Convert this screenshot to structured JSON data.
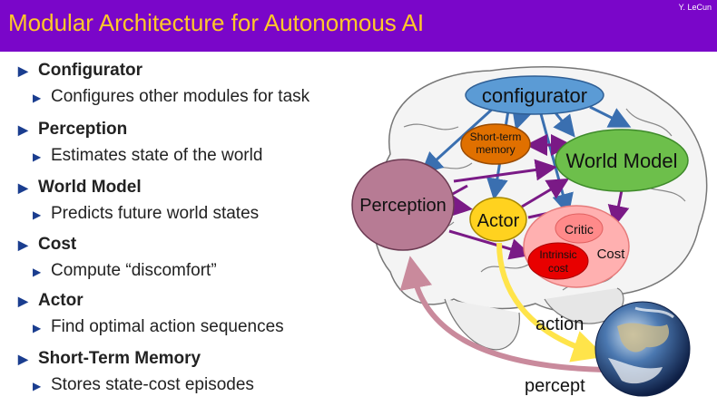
{
  "slide": {
    "title": "Modular Architecture for Autonomous AI",
    "author": "Y. LeCun"
  },
  "bullets": [
    {
      "heading": "Configurator",
      "detail": "Configures other modules for task"
    },
    {
      "heading": "Perception",
      "detail": "Estimates state of the world"
    },
    {
      "heading": "World Model",
      "detail": "Predicts future world states"
    },
    {
      "heading": "Cost",
      "detail": "Compute “discomfort”"
    },
    {
      "heading": "Actor",
      "detail": "Find optimal action sequences"
    },
    {
      "heading": "Short-Term Memory",
      "detail": "Stores state-cost episodes"
    }
  ],
  "diagram": {
    "configurator": "configurator",
    "short_term_memory_line1": "Short-term",
    "short_term_memory_line2": "memory",
    "world_model": "World Model",
    "perception": "Perception",
    "actor": "Actor",
    "critic": "Critic",
    "intrinsic_cost_line1": "Intrinsic",
    "intrinsic_cost_line2": "cost",
    "cost": "Cost",
    "action": "action",
    "percept": "percept",
    "colors": {
      "configurator": "#5b9bd5",
      "memory": "#e07000",
      "world_model": "#6dbf4b",
      "perception": "#b77b94",
      "actor": "#ffd21f",
      "cost": "#ffb0b0",
      "intrinsic": "#e80000",
      "connection_blue": "#3a6fb0",
      "connection_purple": "#7a1a86",
      "action_arrow": "#ffe44a",
      "percept_arrow": "#c98a9c"
    }
  }
}
